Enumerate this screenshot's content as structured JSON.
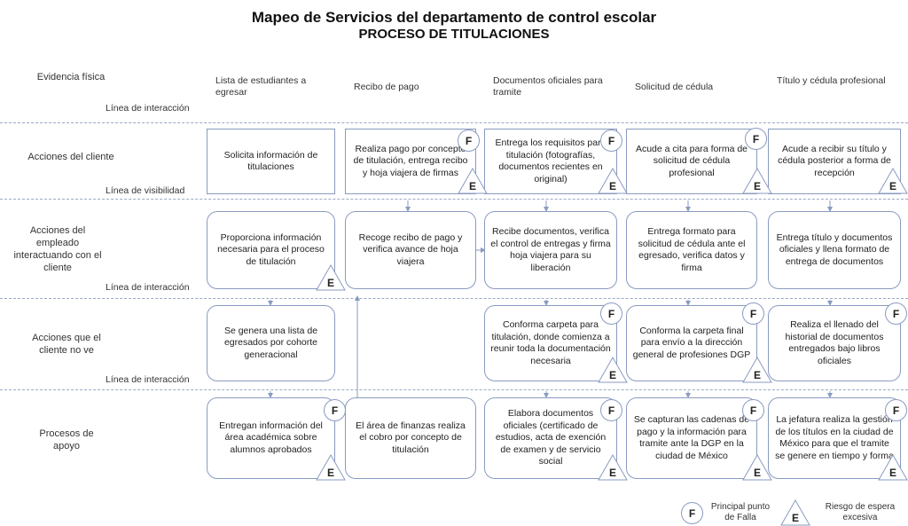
{
  "title": "Mapeo de Servicios del departamento de control escolar",
  "subtitle": "PROCESO DE TITULACIONES",
  "row_labels": {
    "evidencia": "Evidencia física",
    "cliente": "Acciones del cliente",
    "empleado": "Acciones del empleado interactuando con el cliente",
    "no_ve": "Acciones que el cliente no ve",
    "apoyo": "Procesos de apoyo"
  },
  "line_labels": {
    "l1": "Línea de interacción",
    "l2": "Línea de visibilidad",
    "l3": "Línea de interacción",
    "l4": "Línea de interacción"
  },
  "column_headers": [
    "Lista de estudiantes a egresar",
    "Recibo de pago",
    "Documentos oficiales para tramite",
    "Solicitud de cédula",
    "Título y cédula profesional"
  ],
  "cliente": [
    "Solicita información de titulaciones",
    "Realiza pago por concepto de titulación, entrega recibo y hoja viajera de firmas",
    "Entrega los requisitos para titulación (fotografías, documentos recientes en original)",
    "Acude a cita para forma de solicitud de cédula profesional",
    "Acude a recibir su título y cédula posterior a forma de recepción"
  ],
  "empleado": [
    "Proporciona información necesaria para el proceso de titulación",
    "Recoge recibo de pago y verifica avance de hoja viajera",
    "Recibe documentos, verifica el control de entregas y firma hoja viajera para su liberación",
    "Entrega formato para solicitud de cédula ante el egresado, verifica datos y firma",
    "Entrega título y documentos oficiales y llena formato de entrega de documentos"
  ],
  "no_ve": [
    "Se genera una lista de egresados por cohorte generacional",
    "Conforma carpeta para titulación, donde comienza a reunir toda la documentación necesaria",
    "Conforma la carpeta final para envío a la dirección general de profesiones DGP",
    "Realiza el llenado del historial de documentos entregados bajo libros oficiales"
  ],
  "apoyo": [
    "Entregan información del área académica sobre alumnos aprobados",
    "El área de finanzas realiza el cobro por concepto de titulación",
    "Elabora documentos oficiales (certificado de estudios, acta de exención de examen y de servicio social",
    "Se capturan las cadenas de pago y la información para tramite ante la DGP en la ciudad de México",
    "La jefatura realiza la gestión de los títulos en la ciudad de México para que el tramite se genere en tiempo y forma"
  ],
  "markers": {
    "f": "F",
    "e": "E"
  },
  "legend": {
    "f_text": "Principal punto de Falla",
    "e_text": "Riesgo de espera excesiva"
  }
}
